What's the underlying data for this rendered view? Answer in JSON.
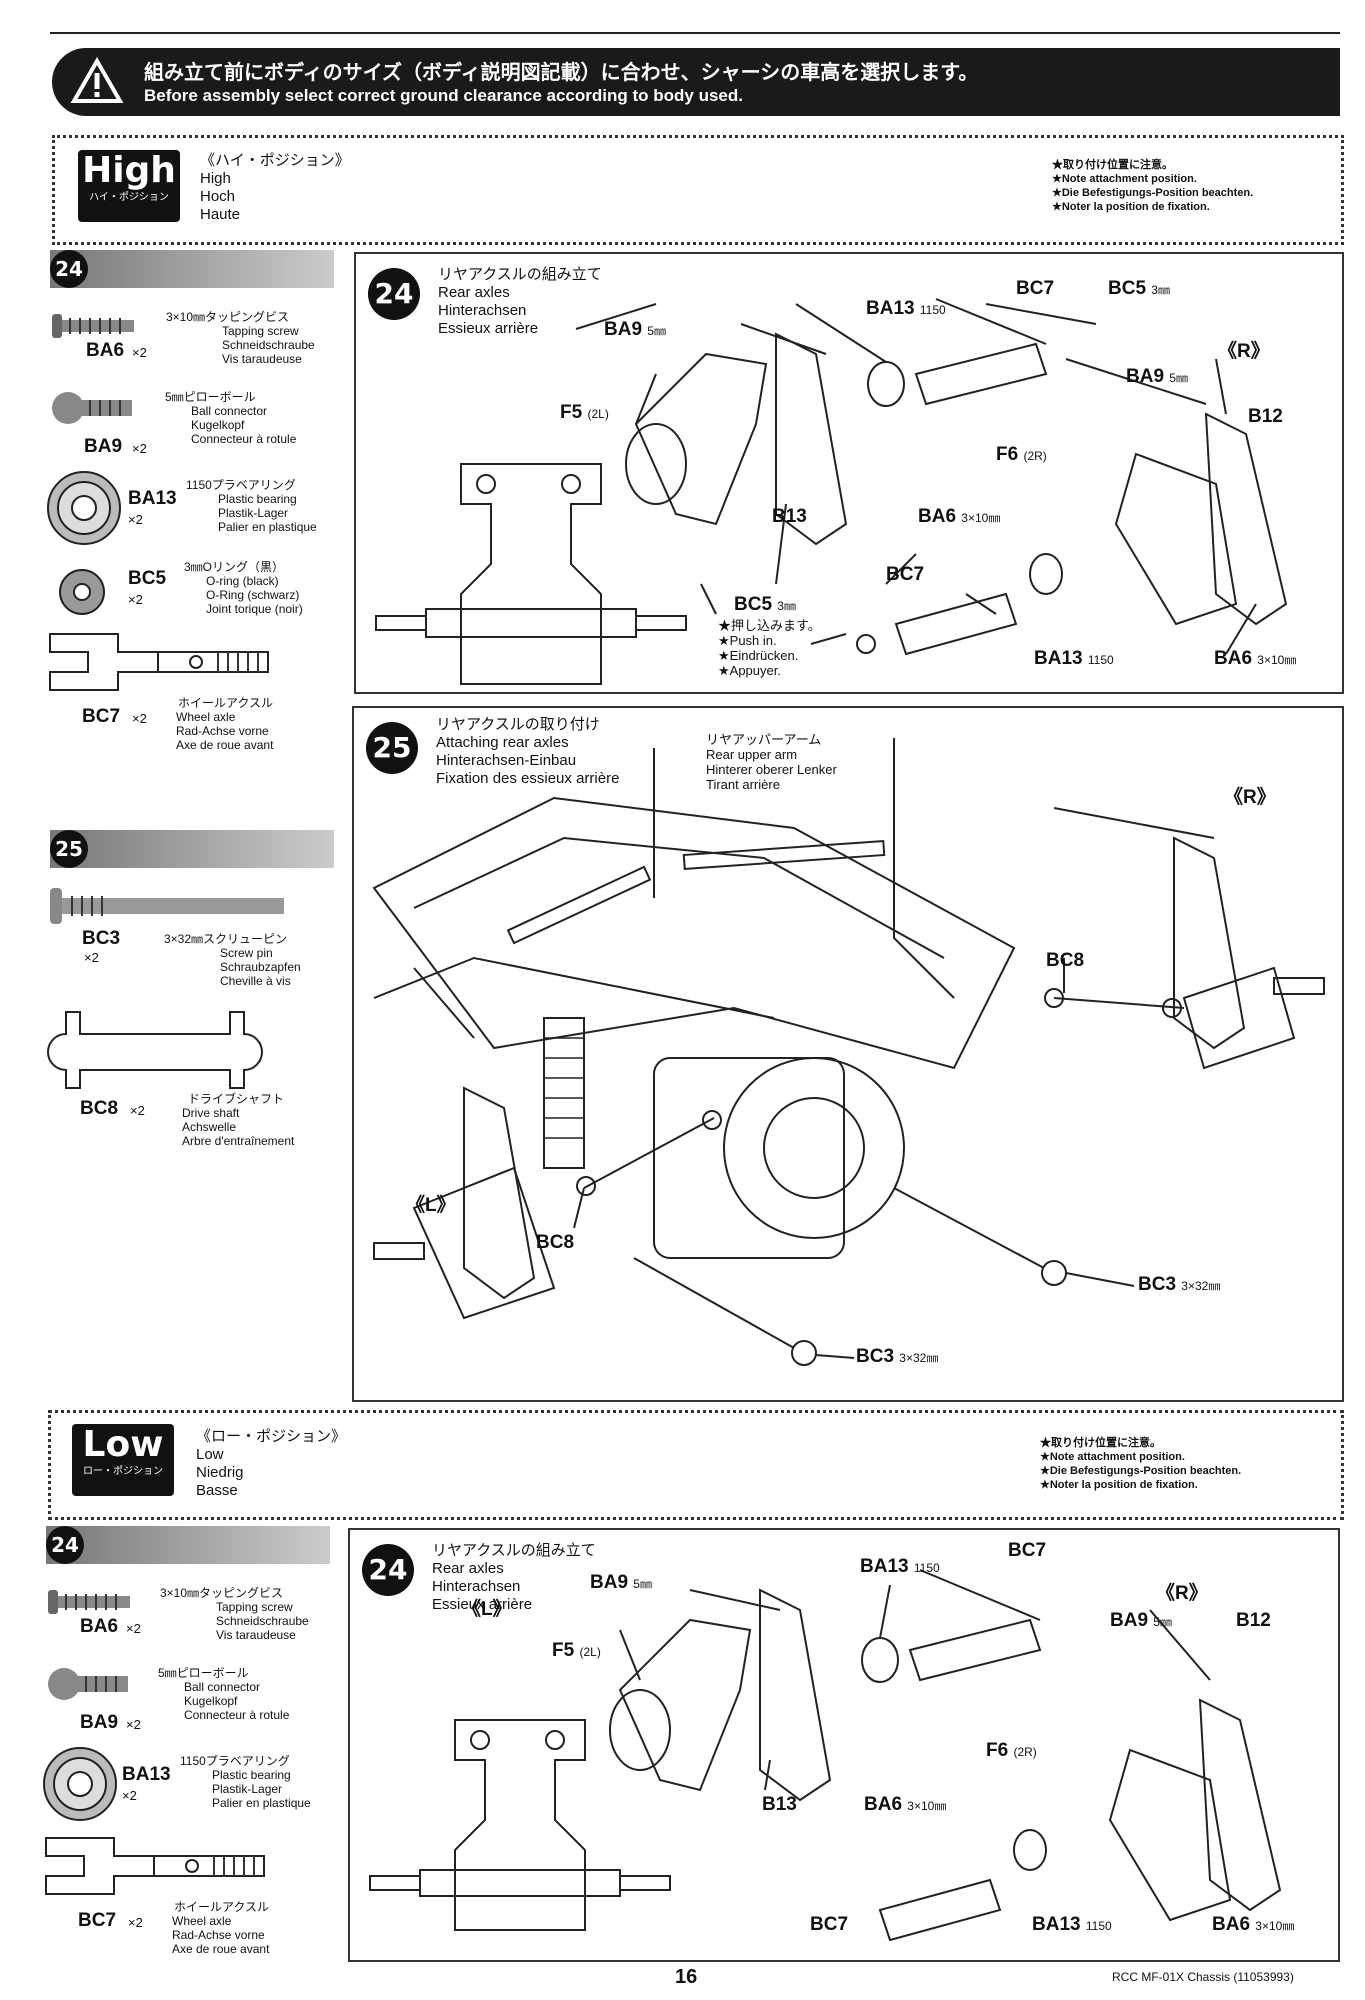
{
  "warning": {
    "jp": "組み立て前にボディのサイズ（ボディ説明図記載）に合わせ、シャーシの車高を選択します。",
    "en": "Before assembly select correct ground clearance according to body used."
  },
  "high": {
    "badge": "High",
    "badge_sub": "ハイ・ポジション",
    "title_jp": "《ハイ・ポジション》",
    "l1": "High",
    "l2": "Hoch",
    "l3": "Haute",
    "note": [
      "★取り付け位置に注意。",
      "★Note attachment position.",
      "★Die Befestigungs-Position beachten.",
      "★Noter la position de fixation."
    ]
  },
  "low": {
    "badge": "Low",
    "badge_sub": "ロー・ポジション",
    "title_jp": "《ロー・ポジション》",
    "l1": "Low",
    "l2": "Niedrig",
    "l3": "Basse",
    "note": [
      "★取り付け位置に注意。",
      "★Note attachment position.",
      "★Die Befestigungs-Position beachten.",
      "★Noter la position de fixation."
    ]
  },
  "parts": {
    "ba6": {
      "name": "BA6",
      "qty": "×2",
      "d": [
        "3×10㎜タッピングビス",
        "Tapping screw",
        "Schneidschraube",
        "Vis taraudeuse"
      ]
    },
    "ba9": {
      "name": "BA9",
      "qty": "×2",
      "d": [
        "5㎜ピローボール",
        "Ball connector",
        "Kugelkopf",
        "Connecteur à rotule"
      ]
    },
    "ba13": {
      "name": "BA13",
      "qty": "×2",
      "d": [
        "1150プラベアリング",
        "Plastic bearing",
        "Plastik-Lager",
        "Palier en plastique"
      ]
    },
    "bc5": {
      "name": "BC5",
      "qty": "×2",
      "d": [
        "3㎜Oリング（黒）",
        "O-ring (black)",
        "O-Ring (schwarz)",
        "Joint torique (noir)"
      ]
    },
    "bc7": {
      "name": "BC7",
      "qty": "×2",
      "d": [
        "ホイールアクスル",
        "Wheel axle",
        "Rad-Achse vorne",
        "Axe de roue avant"
      ]
    },
    "bc3": {
      "name": "BC3",
      "qty": "×2",
      "d": [
        "3×32㎜スクリューピン",
        "Screw pin",
        "Schraubzapfen",
        "Cheville à vis"
      ]
    },
    "bc8": {
      "name": "BC8",
      "qty": "×2",
      "d": [
        "ドライブシャフト",
        "Drive shaft",
        "Achswelle",
        "Arbre d'entraînement"
      ]
    }
  },
  "steps": {
    "s24": {
      "num": "24",
      "t": [
        "リヤアクスルの組み立て",
        "Rear axles",
        "Hinterachsen",
        "Essieux arrière"
      ]
    },
    "s25": {
      "num": "25",
      "t": [
        "リヤアクスルの取り付け",
        "Attaching rear axles",
        "Hinterachsen-Einbau",
        "Fixation des essieux arrière"
      ]
    }
  },
  "callouts": {
    "ba9": "BA9",
    "ba9u": "5㎜",
    "ba13": "BA13",
    "ba13u": "1150",
    "bc7": "BC7",
    "bc5": "BC5",
    "bc5u": "3㎜",
    "b12": "B12",
    "b13": "B13",
    "f5": "F5",
    "f5u": "(2L)",
    "f6": "F6",
    "f6u": "(2R)",
    "ba6": "BA6",
    "ba6u": "3×10㎜",
    "bc8": "BC8",
    "bc3": "BC3",
    "bc3u": "3×32㎜",
    "r": "《R》",
    "l": "《L》",
    "push": [
      "★押し込みます。",
      "★Push in.",
      "★Eindrücken.",
      "★Appuyer."
    ],
    "upper_arm": [
      "リヤアッパーアーム",
      "Rear upper arm",
      "Hinterer oberer Lenker",
      "Tirant arrière"
    ]
  },
  "footer": {
    "page": "16",
    "model": "RCC MF-01X Chassis (11053993)"
  }
}
